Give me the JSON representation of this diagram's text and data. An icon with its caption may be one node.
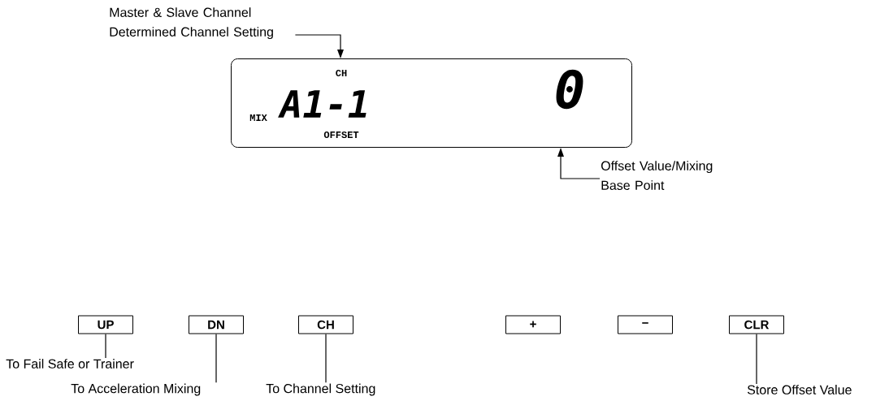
{
  "diagram": {
    "nodes": [
      {
        "text": [
          "CH",
          "MIX",
          "A1-1",
          "OFFSET",
          "0"
        ]
      },
      {
        "text": [
          "Master & Slave Channel Determined Channel Setting"
        ]
      },
      {
        "text": [
          "Offset Value/Mixing Base Point"
        ]
      },
      {
        "text": [
          "UP"
        ]
      },
      {
        "text": [
          "DN"
        ]
      },
      {
        "text": [
          "CH"
        ]
      },
      {
        "text": [
          "+"
        ]
      },
      {
        "text": [
          "−"
        ]
      },
      {
        "text": [
          "CLR"
        ]
      },
      {
        "text": [
          "To Fail Safe or Trainer"
        ]
      },
      {
        "text": [
          "To Acceleration Mixing"
        ]
      },
      {
        "text": [
          "To Channel Setting"
        ]
      },
      {
        "text": [
          "Store Offset Value"
        ]
      }
    ],
    "edges": [
      {
        "from": 1,
        "to": 0,
        "arrow": "to"
      },
      {
        "from": 2,
        "to": 0,
        "arrow": "to"
      },
      {
        "from": 3,
        "to": 9,
        "arrow": "none"
      },
      {
        "from": 4,
        "to": 10,
        "arrow": "none"
      },
      {
        "from": 5,
        "to": 11,
        "arrow": "none"
      },
      {
        "from": 8,
        "to": 12,
        "arrow": "none"
      }
    ]
  }
}
